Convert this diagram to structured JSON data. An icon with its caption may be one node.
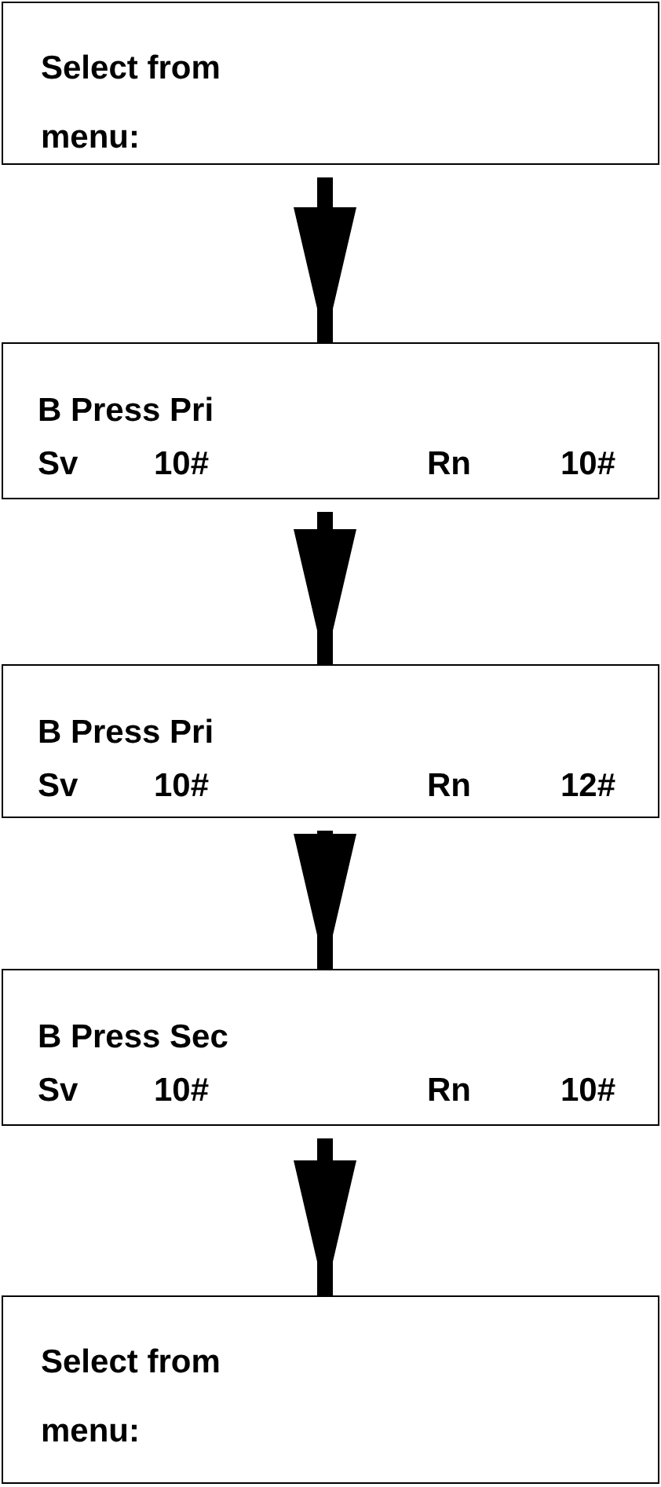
{
  "diagram": {
    "nodes": [
      {
        "text": [
          "Select from menu:"
        ]
      },
      {
        "text": [
          "B Press Pri",
          "Sv",
          "10#",
          "Rn",
          "10#"
        ]
      },
      {
        "text": [
          "B Press Pri",
          "Sv",
          "10#",
          "Rn",
          "12#"
        ]
      },
      {
        "text": [
          "B Press Sec",
          "Sv",
          "10#",
          "Rn",
          "10#"
        ]
      },
      {
        "text": [
          "Select from menu:"
        ]
      }
    ],
    "edges": [
      {
        "from": 0,
        "to": 1,
        "arrow": "to"
      },
      {
        "from": 1,
        "to": 2,
        "arrow": "to"
      },
      {
        "from": 2,
        "to": 3,
        "arrow": "to"
      },
      {
        "from": 3,
        "to": 4,
        "arrow": "to"
      }
    ]
  }
}
